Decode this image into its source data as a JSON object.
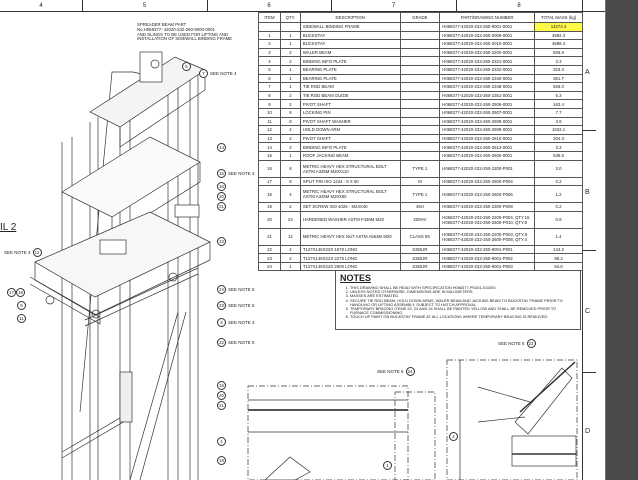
{
  "sheet": {
    "columns": [
      "4",
      "5",
      "6",
      "7",
      "8"
    ],
    "rows": [
      "A",
      "B",
      "C",
      "D"
    ],
    "detail_label": "IL 2",
    "spreader_note": [
      "SPREADER BEAM PART",
      "No.H068377- 42020-232-260-9000-0001",
      "AND SLINGS TO BE USED FOR LIFTING AND",
      "INSTALLATION OF SIDEWALL BINDING FRAME"
    ]
  },
  "bom": {
    "headers": [
      "ITEM",
      "QTY.",
      "DESCRIPTION",
      "GRADE",
      "PART/DRAWING NUMBER",
      "TOTAL MASS (kg)"
    ],
    "highlight_color": "#fff94a",
    "rows": [
      [
        "",
        "",
        "SIDEWALL BINDING FRAME",
        "",
        "H068377-42020-232-260-9001-0001",
        "14273.4"
      ],
      [
        "1",
        "1",
        "BUCKSTAY",
        "",
        "H068377-42020-232-260-2009-0001",
        "4592.3"
      ],
      [
        "2",
        "1",
        "BUCKSTAY",
        "",
        "H068377-42020-232-260-2010-0001",
        "4588.4"
      ],
      [
        "3",
        "2",
        "WALER BEAM",
        "",
        "H068377-42020-232-260-2200-0001",
        "826.8"
      ],
      [
        "4",
        "2",
        "BINDING INFO PLATE",
        "",
        "H068377-42020-232-260-2321-0001",
        "3.3"
      ],
      [
        "5",
        "1",
        "BEARING PLATE",
        "",
        "H068377-42020-232-260-2332-0001",
        "323.3"
      ],
      [
        "6",
        "1",
        "BEARING PLATE",
        "",
        "H068377-42020-232-260-2340-0001",
        "361.7"
      ],
      [
        "7",
        "1",
        "TIE ROD BEAM",
        "",
        "H068377-42020-232-260-2348-0001",
        "826.0"
      ],
      [
        "8",
        "2",
        "TIE ROD BEAM GUIDE",
        "",
        "H068377-42020-232-260-2351-0001",
        "5.3"
      ],
      [
        "9",
        "2",
        "PIVOT SHAFT",
        "",
        "H068377-42020-232-260-2506-0001",
        "163.4"
      ],
      [
        "10",
        "8",
        "LOCKING PIN",
        "",
        "H068377-42020-232-260-2507-0001",
        "7.7"
      ],
      [
        "11",
        "8",
        "PIVOT SHAFT WASHER",
        "",
        "H068377-42020-232-260-2508-0001",
        "3.9"
      ],
      [
        "12",
        "4",
        "HOLD DOWN ARM",
        "",
        "H068377-42020-232-260-2509-0001",
        "1622.1"
      ],
      [
        "13",
        "2",
        "PIVOT SHAFT",
        "",
        "H068377-42020-232-260-2510-0001",
        "204.3"
      ],
      [
        "14",
        "2",
        "BINDING INFO PLATE",
        "",
        "H068377-42020-232-260-2513-0001",
        "3.3"
      ],
      [
        "15",
        "1",
        "ROOF JACKING BEAM",
        "",
        "H068377-42020-232-260-2600-0001",
        "538.5"
      ],
      [
        "16",
        "8",
        "METRIC HEAVY HEX STRUCTURAL BOLT ASTM A325M M20X110",
        "TYPE 1",
        "H068377-42020-232-250-2200-P001",
        "3.0"
      ],
      [
        "17",
        "8",
        "SPLIT PIN ISO 1234 - 8 X 50",
        "St",
        "H068377-42020-232-250-2500-P004",
        "0.2"
      ],
      [
        "18",
        "4",
        "METRIC HEAVY HEX STRUCTURAL BOLT ASTM A325M M20X80",
        "TYPE 1",
        "H068377-42020-232-250-2600-P006",
        "1.2"
      ],
      [
        "19",
        "2",
        "SET SCREW ISO 4026 - M24X40",
        "45H",
        "H068377-42020-232-250-2300-P008",
        "0.2"
      ],
      [
        "20",
        "24",
        "HARDENED WASHER ASTM F436M M20",
        "200HV",
        "H068377-42020-232-250-2200-P004, QTY.16 H068377-42020-232-250-2600-P010, QTY.8",
        "0.9"
      ],
      [
        "21",
        "12",
        "METRIC HEAVY HEX NUT ASTM A563M M20",
        "CLASS 8S",
        "H068377-42020-232-250-2200-P003, QTY.8 H068377-42020-232-250-2600-P008, QTY.4",
        "1.4"
      ],
      [
        "22",
        "4",
        "T127X146X22X 1670 LONG",
        "S355JR",
        "H068377-42020-232-250-9001-P001",
        "144.2"
      ],
      [
        "23",
        "2",
        "T127X146X22X 2275 LONG",
        "S355JR",
        "H068377-42020-232-250-9001-P002",
        "98.2"
      ],
      [
        "24",
        "1",
        "T127X146X22X 2500 LONG",
        "S355JR",
        "H068377-42020-232-250-9001-P003",
        "54.6"
      ]
    ]
  },
  "notes": {
    "title": "NOTES",
    "items": [
      "THIS DRAWING SHALL BE READ WITH SPECIFICATION H068377-PS401-011000.",
      "UNLESS NOTED OTHERWISE, DIMENSIONS ARE IN MILLIMETERS.",
      "MASSES ARE ESTIMATED.",
      "SECURE TIE ROD BEAM, HOLD DOWN ARMS, WALER BEAM AND JACKING BEAM TO BUCKSTAY FRAME PRIOR TO HANDLING OR LIFTING ASSEMBLY, SUBJECT TO HATCH APPROVAL.",
      "TEMPORARY BRACING ITEMS 22, 23 AND 24 SHALL BE PAINTED YELLOW AND SHALL BE REMOVED PRIOR TO FURNACE COMMISSIONING.",
      "TOUCH UP PAINT ON BUCKSTAY FRAME AT ALL LOCATIONS WHERE TEMPORARY BRACING IS REMOVED."
    ]
  },
  "callouts": [
    {
      "num": "6",
      "note": ""
    },
    {
      "num": "7",
      "note": "SEE NOTE 4"
    },
    {
      "num": "14",
      "note": ""
    },
    {
      "num": "15",
      "note": "SEE NOTE 4"
    },
    {
      "num": "16",
      "note": ""
    },
    {
      "num": "20",
      "note": ""
    },
    {
      "num": "21",
      "note": ""
    },
    {
      "num": "13",
      "note": ""
    },
    {
      "num": "24",
      "note": "SEE NOTE 5"
    },
    {
      "num": "23",
      "note": "SEE NOTE 5"
    },
    {
      "num": "3",
      "note": "SEE NOTE 4"
    },
    {
      "num": "22",
      "note": "SEE NOTE 5"
    },
    {
      "num": "16",
      "note": ""
    },
    {
      "num": "20",
      "note": ""
    },
    {
      "num": "21",
      "note": ""
    },
    {
      "num": "4",
      "note": ""
    },
    {
      "num": "19",
      "note": ""
    },
    {
      "num": "12",
      "note": "SEE NOTE 4"
    },
    {
      "num": "17",
      "note": ""
    },
    {
      "num": "18",
      "note": ""
    },
    {
      "num": "9",
      "note": ""
    },
    {
      "num": "11",
      "note": ""
    },
    {
      "num": "1",
      "note": ""
    },
    {
      "num": "2",
      "note": ""
    },
    {
      "num": "24",
      "note": "SEE NOTE 5"
    },
    {
      "num": "23",
      "note": "SEE NOTE 5"
    }
  ]
}
